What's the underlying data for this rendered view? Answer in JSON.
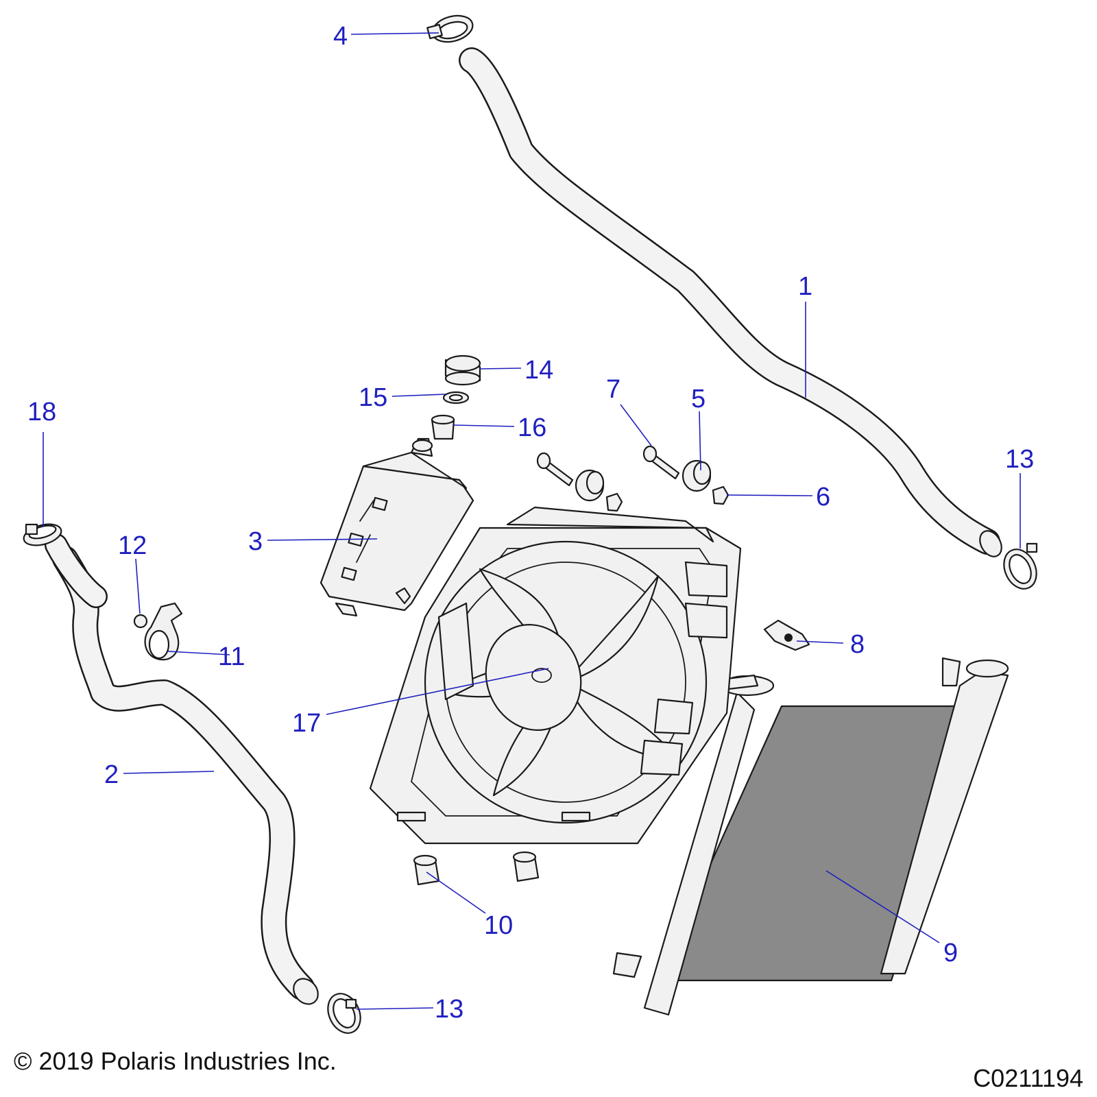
{
  "diagram": {
    "callouts": [
      "1",
      "2",
      "3",
      "4",
      "5",
      "6",
      "7",
      "8",
      "9",
      "10",
      "11",
      "12",
      "13",
      "14",
      "15",
      "16",
      "17",
      "18",
      "13"
    ]
  },
  "footer": {
    "copyright": "© 2019 Polaris Industries Inc.",
    "drawing_number": "C0211194"
  }
}
